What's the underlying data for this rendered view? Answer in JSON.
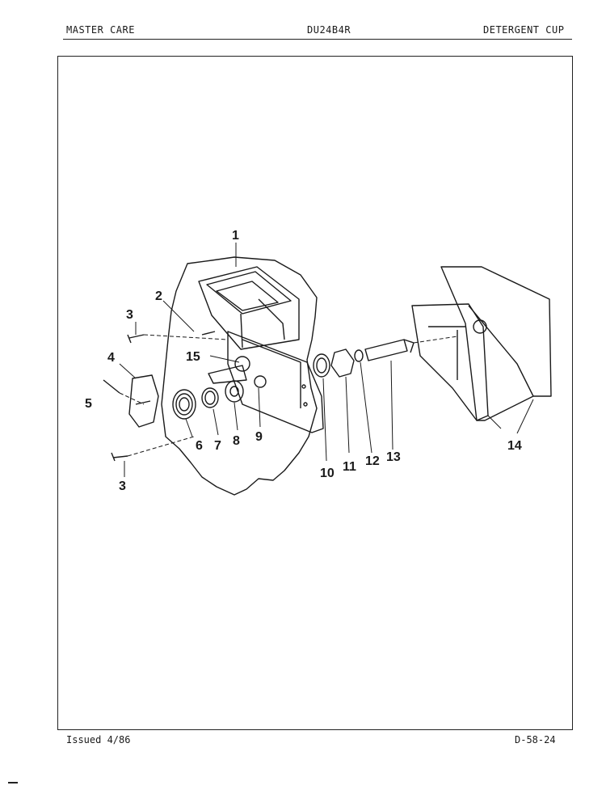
{
  "header": {
    "brand": "MASTER CARE",
    "model": "DU24B4R",
    "section": "DETERGENT CUP"
  },
  "footer": {
    "issued": "Issued 4/86",
    "page_code": "D-58-24"
  },
  "callouts": [
    "1",
    "2",
    "3",
    "4",
    "5",
    "15",
    "6",
    "7",
    "8",
    "9",
    "10",
    "11",
    "12",
    "13",
    "14",
    "3"
  ],
  "colors": {
    "ink": "#1a1a1a",
    "paper": "#ffffff"
  }
}
